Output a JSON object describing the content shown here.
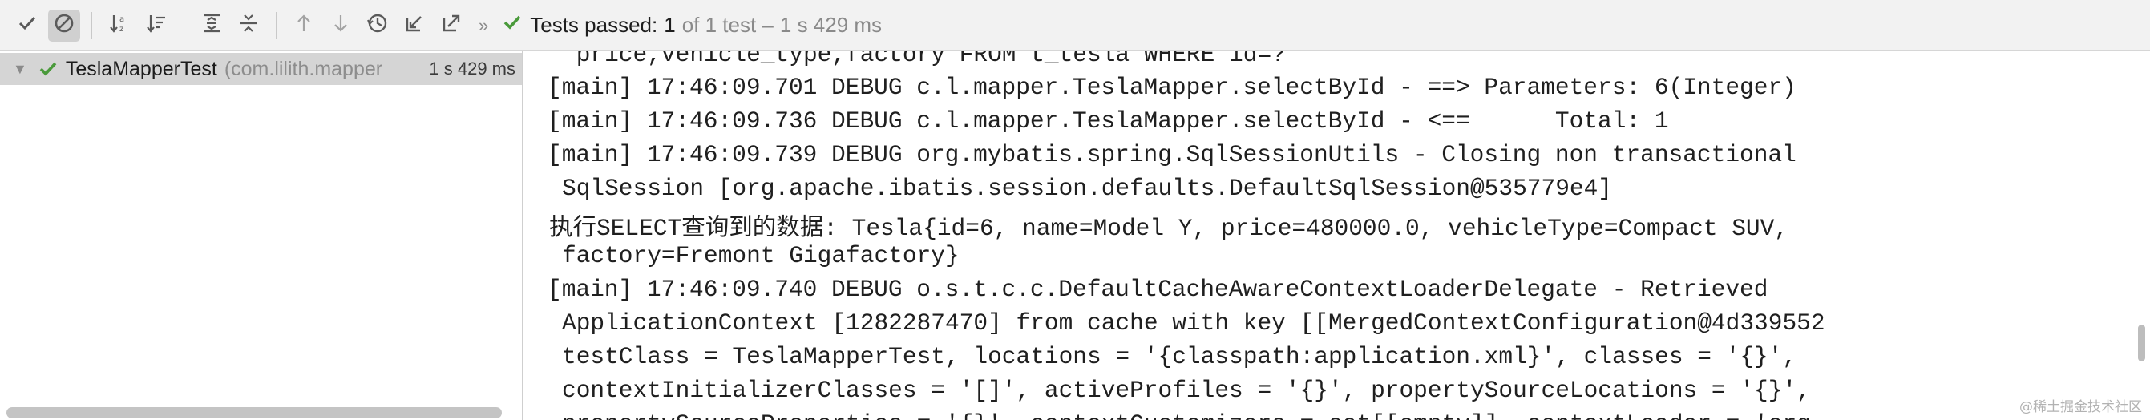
{
  "toolbar": {
    "buttons": [
      {
        "icon": "show-passed-icon",
        "active": false
      },
      {
        "icon": "show-ignored-icon",
        "active": true
      },
      {
        "icon": "sort-alphabetically-icon",
        "active": false
      },
      {
        "icon": "sort-by-duration-icon",
        "active": false
      },
      {
        "icon": "expand-all-icon",
        "active": false
      },
      {
        "icon": "collapse-all-icon",
        "active": false
      },
      {
        "icon": "previous-failed-icon",
        "active": false
      },
      {
        "icon": "next-failed-icon",
        "active": false
      },
      {
        "icon": "test-history-icon",
        "active": false
      },
      {
        "icon": "import-tests-icon",
        "active": false
      },
      {
        "icon": "export-tests-icon",
        "active": false
      }
    ],
    "more": "»",
    "status": {
      "title": "Tests passed:",
      "count": "1",
      "rest": "of 1 test –",
      "time": "1 s 429 ms"
    }
  },
  "tree": {
    "root": {
      "name": "TeslaMapperTest",
      "package": "(com.lilith.mapper",
      "duration": "1 s 429 ms"
    }
  },
  "console": {
    "lines": [
      " price,vehicle_type,factory FROM t_tesla WHERE id=?",
      "[main] 17:46:09.701 DEBUG c.l.mapper.TeslaMapper.selectById - ==> Parameters: 6(Integer)",
      "[main] 17:46:09.736 DEBUG c.l.mapper.TeslaMapper.selectById - <==      Total: 1",
      "[main] 17:46:09.739 DEBUG org.mybatis.spring.SqlSessionUtils - Closing non transactional",
      "SqlSession [org.apache.ibatis.session.defaults.DefaultSqlSession@535779e4]",
      "执行SELECT查询到的数据: Tesla{id=6, name=Model Y, price=480000.0, vehicleType=Compact SUV,",
      "factory=Fremont Gigafactory}",
      "[main] 17:46:09.740 DEBUG o.s.t.c.c.DefaultCacheAwareContextLoaderDelegate - Retrieved",
      "ApplicationContext [1282287470] from cache with key [[MergedContextConfiguration@4d339552",
      "testClass = TeslaMapperTest, locations = '{classpath:application.xml}', classes = '{}',",
      "contextInitializerClasses = '[]', activeProfiles = '{}', propertySourceLocations = '{}',",
      "propertySourceProperties = '{}', contextCustomizers = set[[empty]], contextLoader = 'org."
    ]
  },
  "watermark": "@稀土掘金技术社区",
  "colors": {
    "pass_green": "#4a9a3b",
    "toolbar_bg": "#f2f2f2",
    "selection_bg": "#d5d5d5"
  }
}
